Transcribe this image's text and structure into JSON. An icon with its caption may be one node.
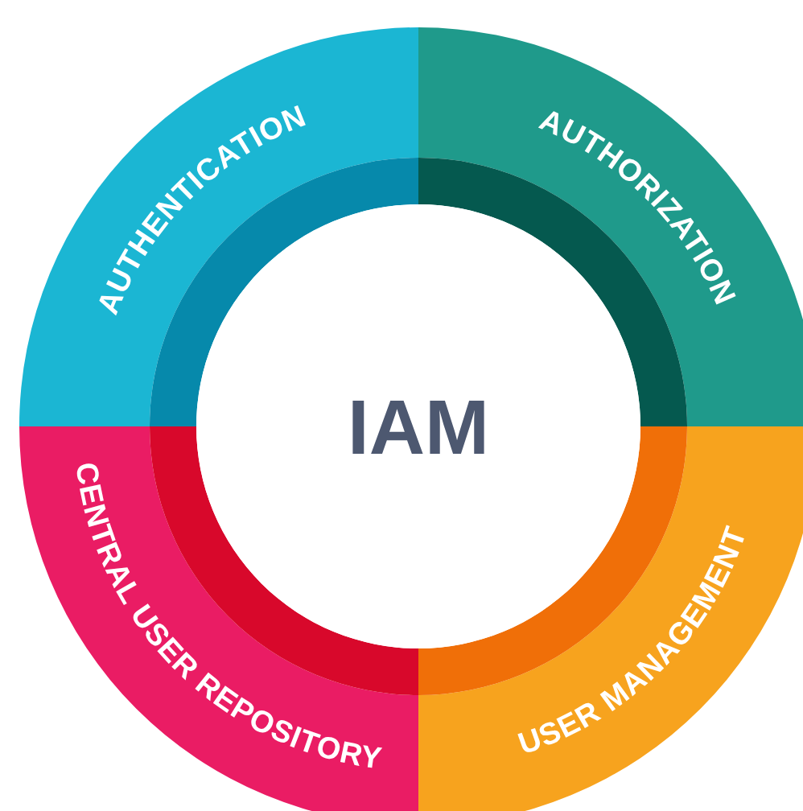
{
  "diagram": {
    "nodes": [
      {
        "text": [
          "AUTHENTICATION"
        ]
      },
      {
        "text": [
          "AUTHORIZATION"
        ]
      },
      {
        "text": [
          "CENTRAL USER REPOSITORY"
        ]
      },
      {
        "text": [
          "USER MANAGEMENT"
        ]
      },
      {
        "text": [
          "IAM"
        ]
      }
    ]
  }
}
